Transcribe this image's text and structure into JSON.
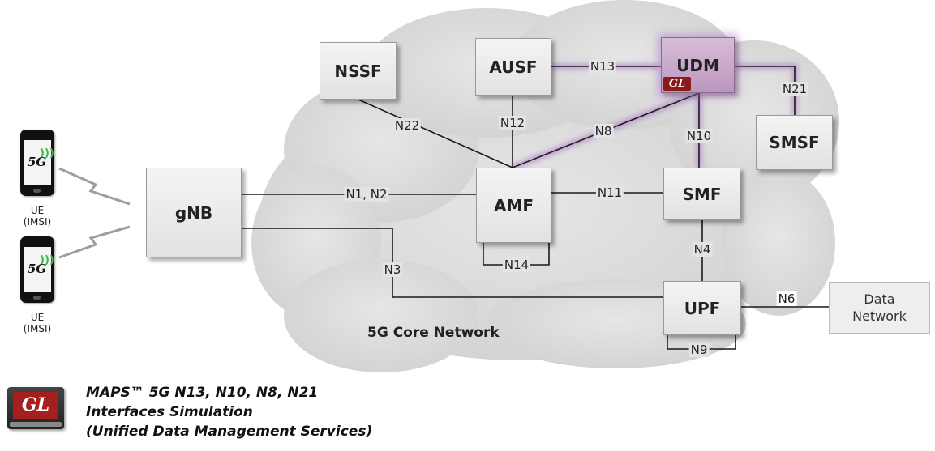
{
  "diagram": {
    "cloud_label": "5G Core Network",
    "nodes": {
      "nssf": "NSSF",
      "ausf": "AUSF",
      "udm": "UDM",
      "udm_badge": "GL",
      "smsf": "SMSF",
      "gnb": "gNB",
      "amf": "AMF",
      "smf": "SMF",
      "upf": "UPF",
      "data_network": "Data\nNetwork"
    },
    "interfaces": {
      "n13": "N13",
      "n21": "N21",
      "n12": "N12",
      "n22": "N22",
      "n8": "N8",
      "n10": "N10",
      "n1n2": "N1, N2",
      "n11": "N11",
      "n4": "N4",
      "n3": "N3",
      "n14": "N14",
      "n6": "N6",
      "n9": "N9"
    },
    "ue": [
      {
        "label": "UE\n(IMSI)",
        "badge": "5G"
      },
      {
        "label": "UE\n(IMSI)",
        "badge": "5G"
      }
    ],
    "highlight_color": "#b07cc6"
  },
  "branding": {
    "logo_text": "GL",
    "product_lines": [
      "MAPS™ 5G N13, N10, N8, N21",
      "Interfaces Simulation",
      "(Unified Data Management Services)"
    ]
  }
}
